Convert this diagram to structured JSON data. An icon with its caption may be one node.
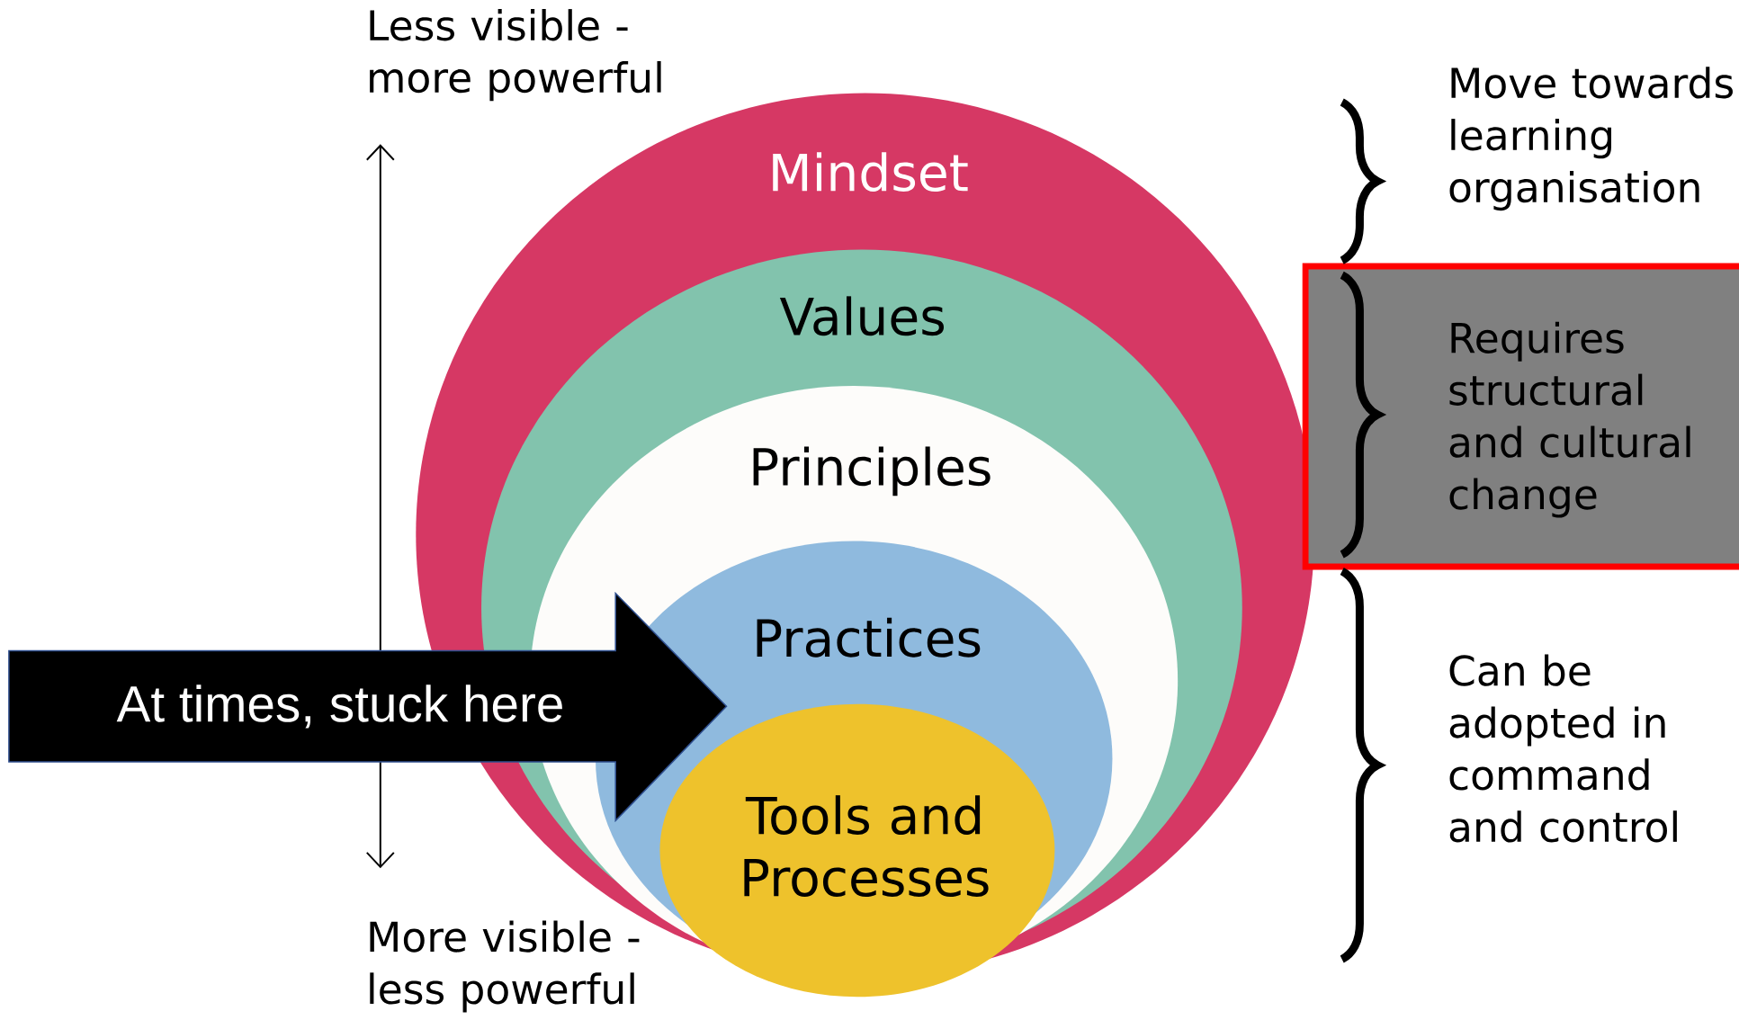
{
  "diagram": {
    "nodes": [
      {
        "text": [
          "Mindset"
        ]
      },
      {
        "text": [
          "Values"
        ],
        "in": 0
      },
      {
        "text": [
          "Principles"
        ],
        "in": 1
      },
      {
        "text": [
          "Practices"
        ],
        "in": 2
      },
      {
        "text": [
          "Tools and Processes"
        ],
        "in": 3
      },
      {
        "text": [
          "At times, stuck here"
        ]
      },
      {
        "text": [
          "Requires structural and cultural change"
        ]
      }
    ],
    "edges": [],
    "labels": [
      "Less visible - more powerful",
      "Move towards learning organisation",
      "Can be adopted in command and control",
      "More visible - less powerful"
    ]
  }
}
